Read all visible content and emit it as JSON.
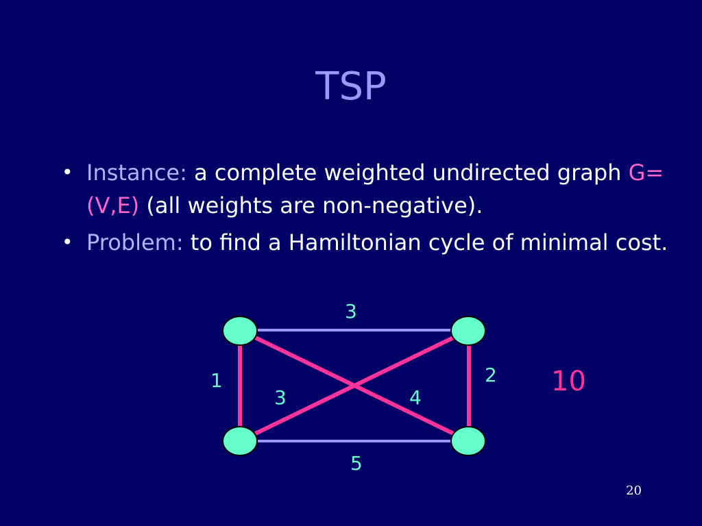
{
  "title": "TSP",
  "bullets": [
    {
      "term": "Instance:",
      "text_a": " a complete weighted undirected graph ",
      "math": "G=(V,E)",
      "text_b": " (all weights are non-negative)."
    },
    {
      "term": "Problem:",
      "text_a": " to find a Hamiltonian cycle of minimal cost.",
      "math": "",
      "text_b": ""
    }
  ],
  "graph": {
    "edges": [
      {
        "name": "edge-top",
        "label": "3",
        "highlight": false
      },
      {
        "name": "edge-bottom",
        "label": "5",
        "highlight": false
      },
      {
        "name": "edge-left",
        "label": "1",
        "highlight": true
      },
      {
        "name": "edge-right",
        "label": "2",
        "highlight": true
      },
      {
        "name": "edge-diag-tl-br",
        "label": "4",
        "highlight": true
      },
      {
        "name": "edge-diag-bl-tr",
        "label": "3",
        "highlight": true
      }
    ],
    "total_cost": "10"
  },
  "colors": {
    "background": "#000066",
    "title": "#9999ff",
    "term": "#b3b3ff",
    "math": "#ff66cc",
    "node_fill": "#66ffcc",
    "edge_plain": "#9999ff",
    "edge_highlight": "#ff3399",
    "total": "#ff3399"
  },
  "page_number": "20"
}
